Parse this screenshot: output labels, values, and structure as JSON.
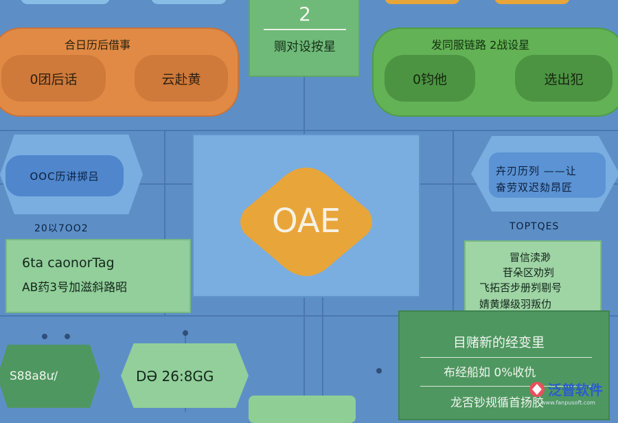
{
  "top_badge": {
    "number": "2",
    "label": "赒对设按星"
  },
  "orange_group": {
    "title": "合日历后借事",
    "item_left": "0团后话",
    "item_right": "云赴黄"
  },
  "green_group": {
    "title": "发同服链路 2战设星",
    "item_left": "0钧他",
    "item_right": "选出犯"
  },
  "left_hex": {
    "label": "OOC历讲掷吕"
  },
  "left_caption": "20以7OO2",
  "right_hex": {
    "line1": "卉刃历列 ——让",
    "line2": "奋劳双迟劾昂匠"
  },
  "right_caption": "TOPTQES",
  "center": {
    "label": "OAE"
  },
  "left_note": {
    "line1": "6ta caonorTag",
    "line2": "AB药3号加滋斜路昭"
  },
  "right_note": {
    "lines": [
      "冒信渎渺",
      "苷朵区劝刿",
      "飞拓否步册刿剔号",
      "婧黄爆级羽叛仂"
    ]
  },
  "bottom_right_panel": {
    "line1": "目赌新的经变里",
    "line2": "布经船如 0%收仇",
    "line3": "龙否钞规循首扬胶"
  },
  "bottom_left_hex": {
    "label": "S88a8ư/"
  },
  "bottom_mid_hex": {
    "label": "DƏ 26:8GG"
  },
  "watermark": {
    "text": "泛普软件",
    "url": "www.fanpusoft.com"
  },
  "colors": {
    "background": "#5d8fc6",
    "center_tile": "#7aaee0",
    "center_diamond": "#e8a539",
    "orange": "#e08a45",
    "green": "#63b255",
    "light_green": "#92cf9a",
    "dark_green": "#4f9760"
  }
}
